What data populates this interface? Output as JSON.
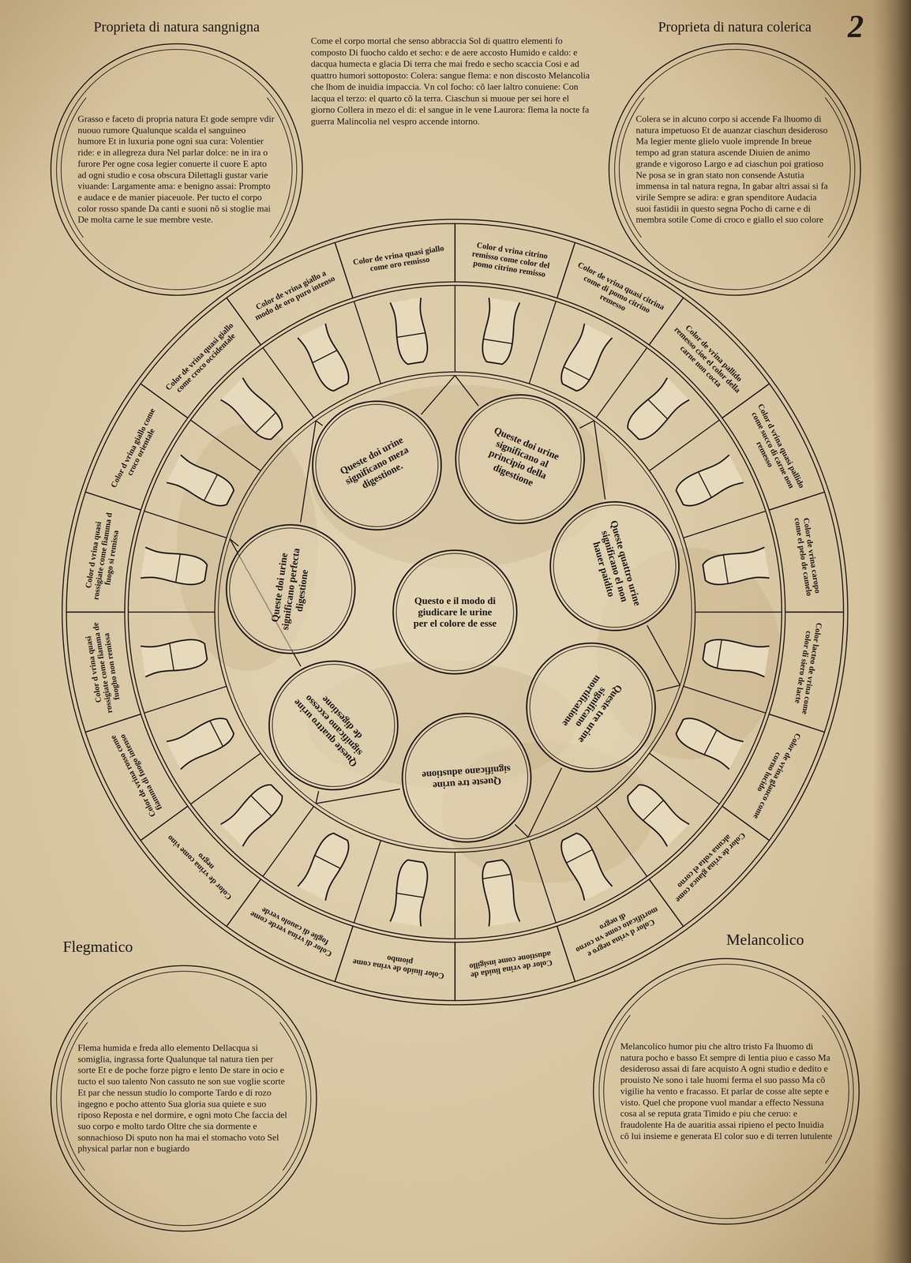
{
  "diagram": {
    "nodes": [
      {
        "text": [
          "Proprieta di natura sangnigna",
          "Grasso e faceto di propria natura Et gode sempre vdir nuouo rumore Qualunque scalda el sanguineo humore Et in luxuria pone ogni sua cura: Volentier ride: e in allegreza dura Nel parlar dolce: ne in ira o furore Per ogne cosa legier conuerte il cuore E apto ad ogni studio e cosa obscura Dilettagli gustar varie viuande: Largamente ama: e benigno assai: Prompto e audace e de manier piaceuole. Per tucto el corpo color rosso spande Da canti e suoni nõ si stoglie mai De molta carne le sue membre veste."
        ]
      },
      {
        "text": [
          "Proprieta di natura colerica",
          "Colera se in alcuno corpo si accende Fa lhuomo di natura impetuoso Et de auanzar ciaschun desideroso Ma legier mente glielo vuole imprende In breue tempo ad gran statura ascende Diuien de animo grande e vigoroso Largo e ad ciaschun poi gratioso Ne posa se in gran stato non consende Astutia immensa in tal natura regna, In gabar altri assai si fa virile Sempre se adira: e gran spenditore Audacia suoi fastidii in questo segna Pocho di carne e di membra sotile Come di croco e giallo el suo colore"
        ]
      },
      {
        "text": [
          "Color de vrina giallo a modo de oro puro intenso"
        ]
      },
      {
        "text": [
          "Color de vrina quasi giallo come oro remisso"
        ]
      },
      {
        "text": [
          "Color d vrina citrino remisso come color del pomo citrino remisso"
        ]
      },
      {
        "text": [
          "Color de vrina quasi citrina come di pomo citrino remesso"
        ]
      },
      {
        "text": [
          "Color de vrina pallido remesso cioe el color della carne non cocta"
        ]
      },
      {
        "text": [
          "Color d vrina quasi pallido come succo di carne non remesso"
        ]
      },
      {
        "text": [
          "Color de vrina caropo come el pelo de camelo"
        ]
      },
      {
        "text": [
          "Color lacteo de vrina come color di siero de lacte"
        ]
      },
      {
        "text": [
          "Color de vrina glauco come corno lucido"
        ]
      },
      {
        "text": [
          "Color de vrina glauca come alcuna volta el corno"
        ]
      },
      {
        "text": [
          "Color d vrina negro e mortificato come vn corno di negro"
        ]
      },
      {
        "text": [
          "Color de vrina liuida de adustione come insigillo"
        ]
      },
      {
        "text": [
          "Color liuido de vrina come piombo"
        ]
      },
      {
        "text": [
          "Color di vrina verde come foglie di cauolo verde"
        ]
      },
      {
        "text": [
          "Color de vrina come vino negro"
        ]
      },
      {
        "text": [
          "Color de vrina rosso come fiamma di fuogo intenso"
        ]
      },
      {
        "text": [
          "Color d vrina quasi rossigiate come fiamma de fuogho non remissa"
        ]
      },
      {
        "text": [
          "Color d vrina quasi rossigiate come fiamma d fuogo si remissa"
        ]
      },
      {
        "text": [
          "Color d vrina giallo come croco orientale"
        ]
      },
      {
        "text": [
          "Color de vrina quasi giallo come croco occidentale"
        ]
      },
      {
        "text": [
          "Questo e il modo di giudicare le urine per el colore de esse"
        ]
      },
      {
        "text": [
          "Queste doi urine significano meza digestione."
        ]
      },
      {
        "text": [
          "Queste doi urine significano al principio della digestione"
        ]
      },
      {
        "text": [
          "Queste quattro urine significano el non hauer paidito"
        ]
      },
      {
        "text": [
          "Queste tre urine significano mortificatione"
        ]
      },
      {
        "text": [
          "Queste tre urine significano adustione"
        ]
      },
      {
        "text": [
          "Queste quattro urine significano excesso de digestione"
        ]
      },
      {
        "text": [
          "Queste doi urine significano perfecta digestione"
        ]
      },
      {
        "text": [
          "Flegmatico",
          "Flema humida e freda allo elemento Dellacqua si somiglia, ingrassa forte Qualunque tal natura tien per sorte Et e de poche forze pigro e lento De stare in ocio e tucto el suo talento Non cassuto ne son sue voglie scorte Et par che nessun studio lo comporte Tardo e di rozo ingegno e pocho attento Sua gloria sua quiete e suo riposo Reposta e nel dormire, e ogni moto Che faccia del suo corpo e molto tardo Oltre che sia dormente e sonnachioso Di sputo non ha mai el stomacho voto Sel physical parlar non e bugiardo"
        ]
      },
      {
        "text": [
          "Melancolico",
          "Melancolico humor piu che altro tristo Fa lhuomo di natura pocho e basso Et sempre di lentia piuo e casso Ma desideroso assai di fare acquisto A ogni studio e dedito e prouisto Ne sono i tale huomi ferma el suo passo Ma cõ vigilie ha vento e fracasso. Et parlar de cosse alte septe e visto. Quel che propone vuol mandar a effecto Nessuna cosa al se reputa grata Timido e piu che ceruo: e fraudolente Ha de auaritia assai ripieno el pecto Inuidia cõ lui insieme e generata El color suo e di terren lutulente"
        ]
      }
    ],
    "labels": [
      "Come el corpo mortal che senso abbraccia Sol di quattro elementi fo composto Di fuocho caldo et secho: e de aere accosto Humido e caldo: e dacqua humecta e glacia Di terra che mai fredo e secho scaccia Cosi e ad quattro humori sottoposto: Colera: sangue flema: e non discosto Melancolia che lhom de inuidia impaccia. Vn col focho: cõ laer laltro conuiene: Con lacqua el terzo: el quarto cõ la terra. Ciaschun si muoue per sei hore el giorno Collera in mezo el di: el sangue in le vene Laurora: flema la nocte fa guerra Malincolia nel vespro accende intorno.",
      "2"
    ]
  }
}
